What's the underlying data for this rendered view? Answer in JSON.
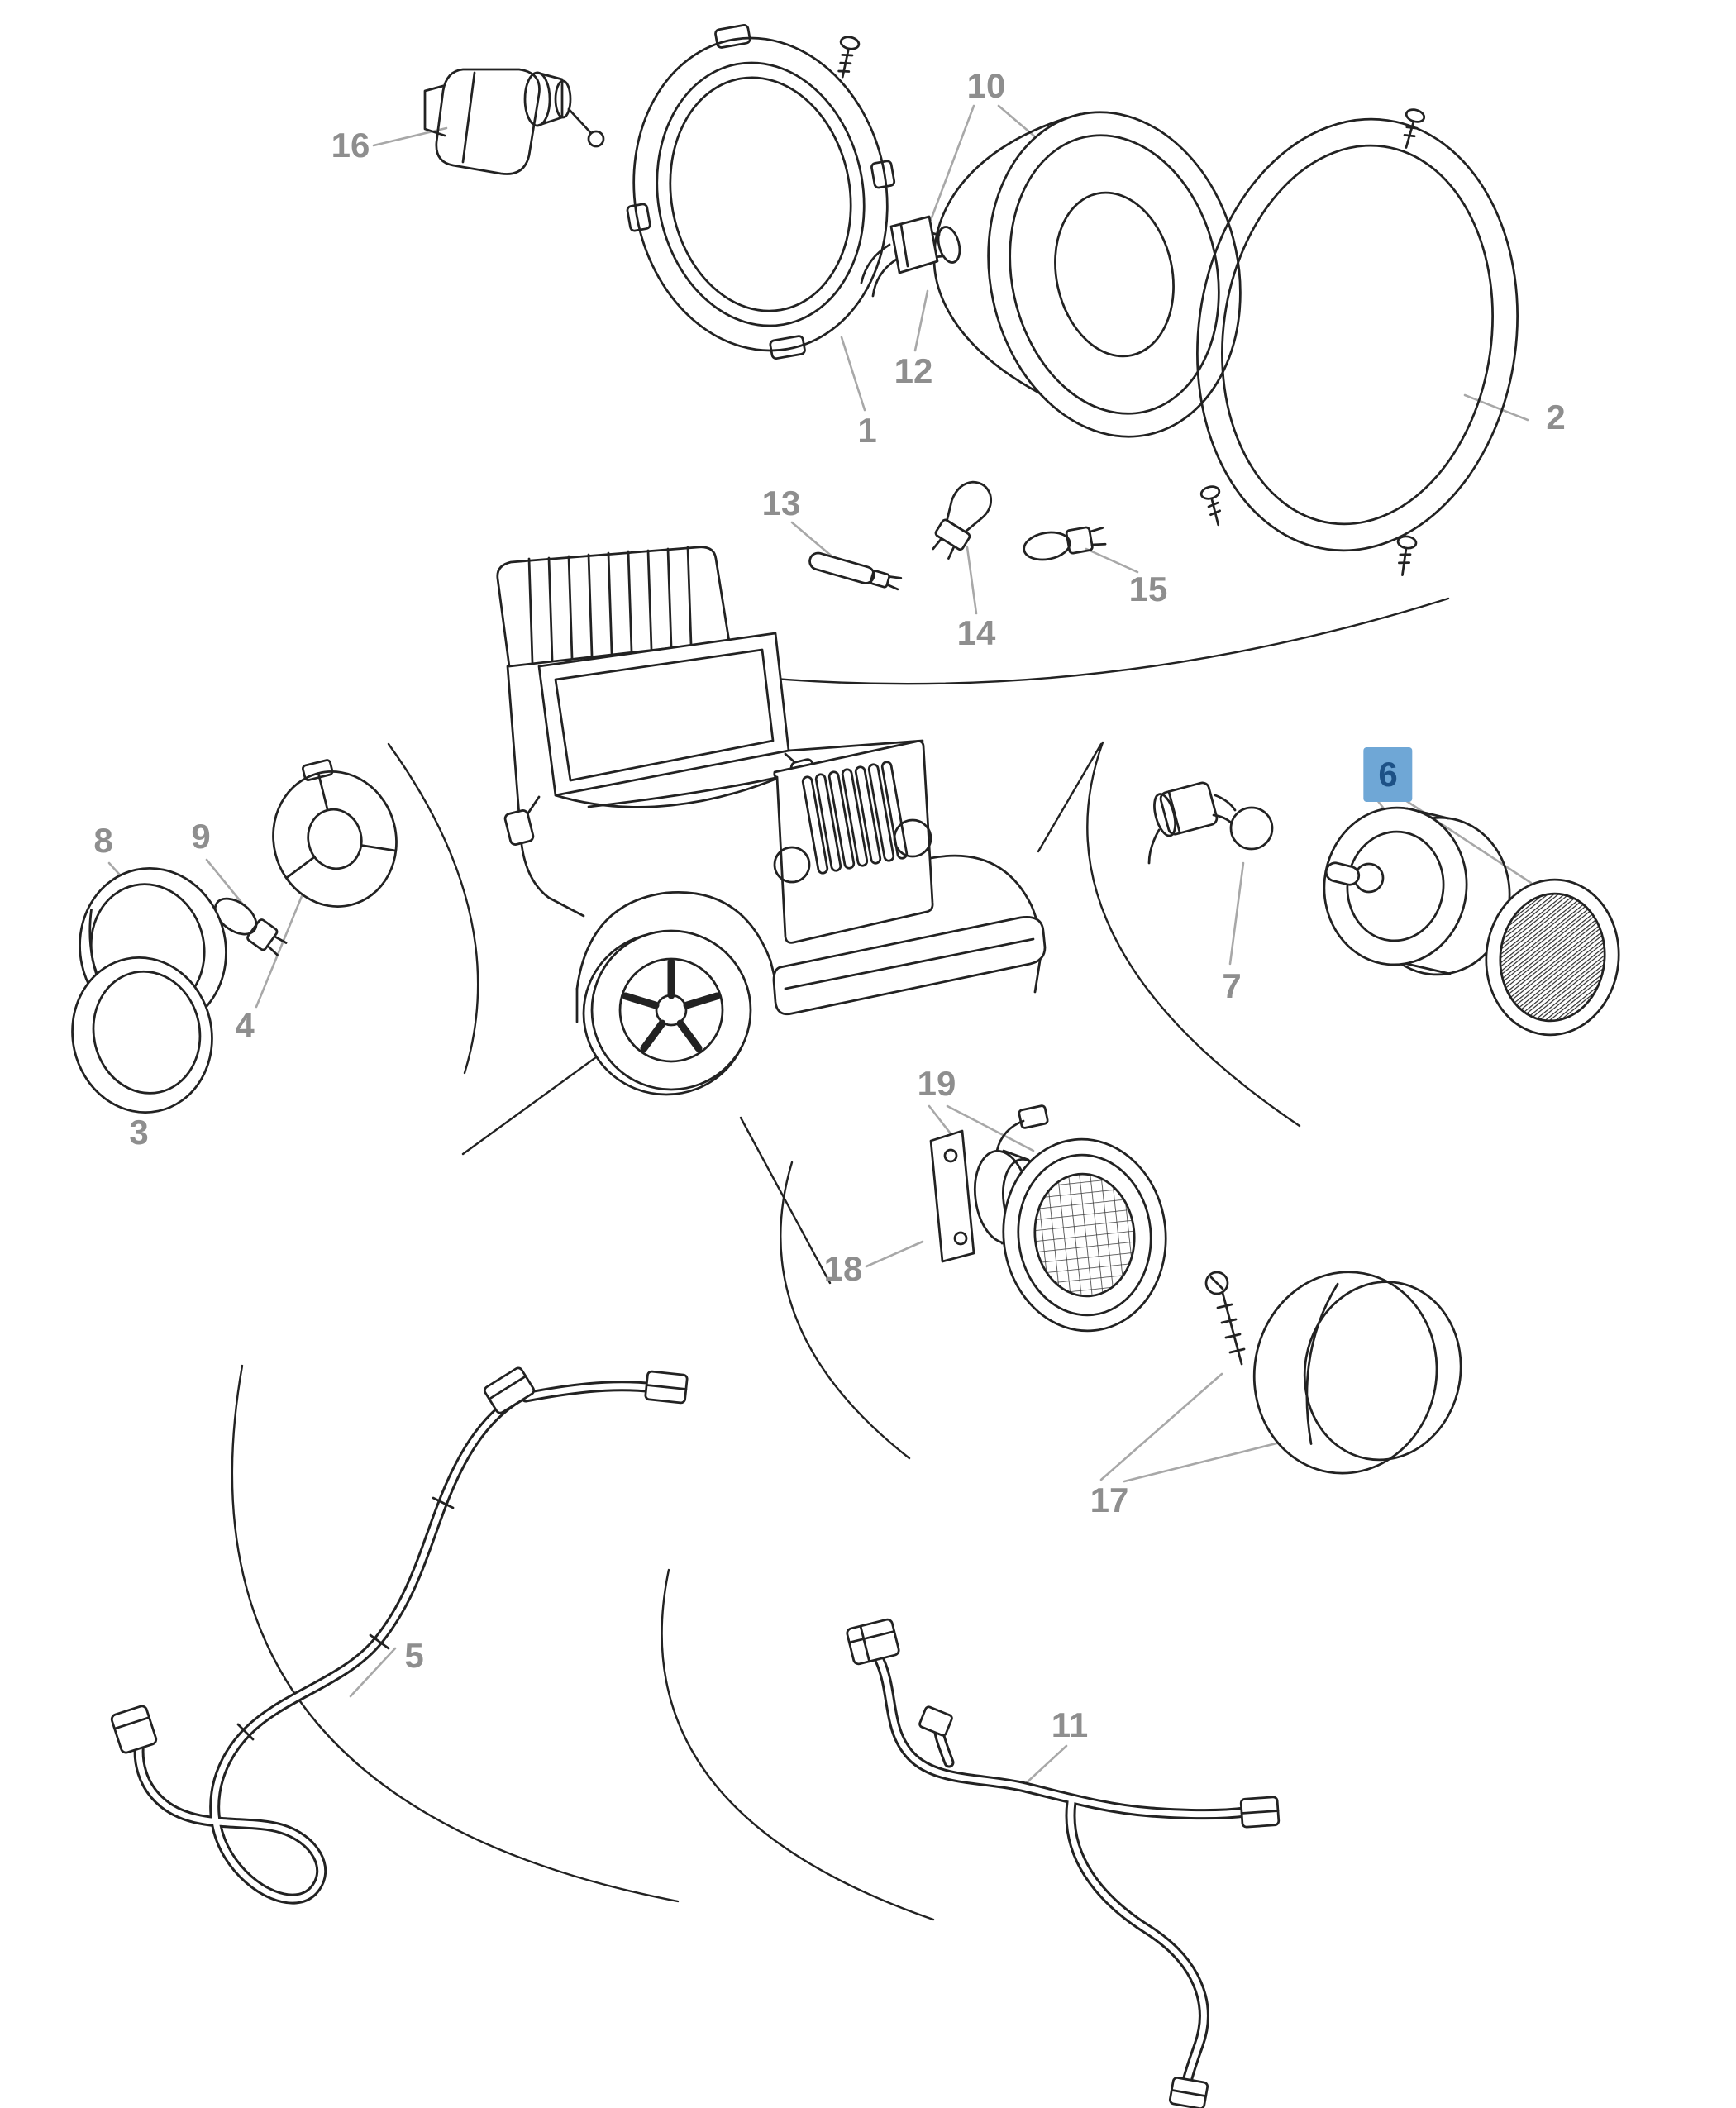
{
  "colors": {
    "background": "#ffffff",
    "artwork_line": "#222222",
    "leader_line": "#a8a8a8",
    "callout_text": "#8e8e8e",
    "highlight_background": "#6fa7d6",
    "highlight_text": "#1d5186"
  },
  "highlighted_callout": "6",
  "callouts": [
    {
      "label": "1",
      "highlighted": false
    },
    {
      "label": "2",
      "highlighted": false
    },
    {
      "label": "3",
      "highlighted": false
    },
    {
      "label": "4",
      "highlighted": false
    },
    {
      "label": "5",
      "highlighted": false
    },
    {
      "label": "6",
      "highlighted": true
    },
    {
      "label": "7",
      "highlighted": false
    },
    {
      "label": "8",
      "highlighted": false
    },
    {
      "label": "9",
      "highlighted": false
    },
    {
      "label": "10",
      "highlighted": false
    },
    {
      "label": "11",
      "highlighted": false
    },
    {
      "label": "12",
      "highlighted": false
    },
    {
      "label": "13",
      "highlighted": false
    },
    {
      "label": "14",
      "highlighted": false
    },
    {
      "label": "15",
      "highlighted": false
    },
    {
      "label": "16",
      "highlighted": false
    },
    {
      "label": "17",
      "highlighted": false
    },
    {
      "label": "18",
      "highlighted": false
    },
    {
      "label": "19",
      "highlighted": false
    }
  ]
}
